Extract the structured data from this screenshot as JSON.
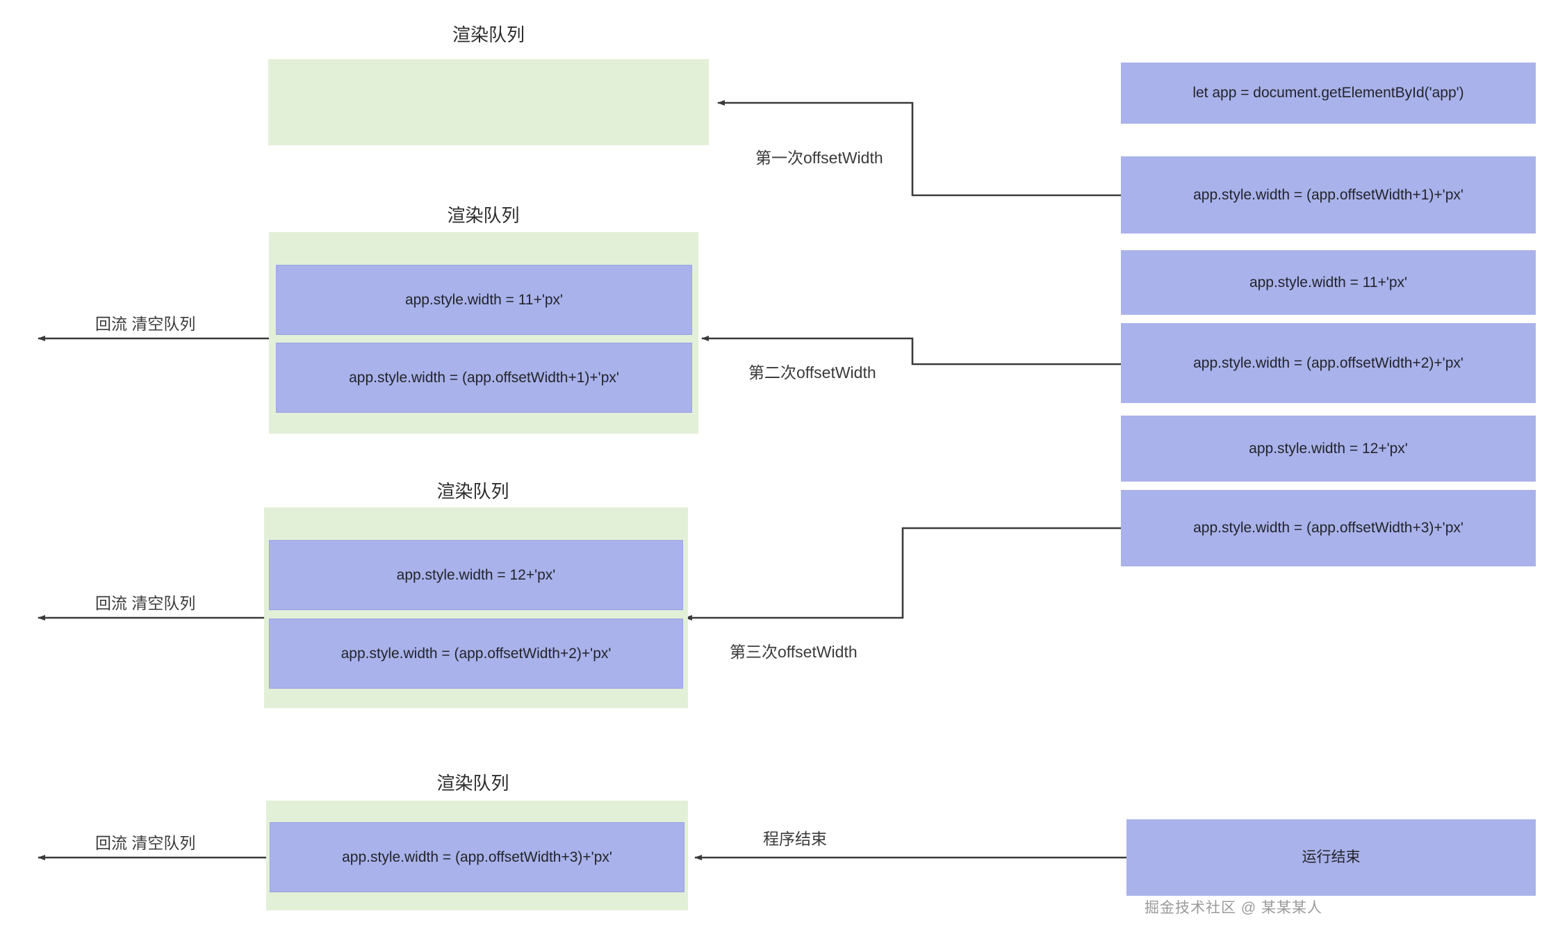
{
  "diagram": {
    "title_text": "渲染队列",
    "colors": {
      "queue_fill": "#e3f0d8",
      "code_fill": "#a9b2ea",
      "arrow_stroke": "#3a3a3a",
      "text": "#2b2b2b",
      "watermark": "#9a9a9a"
    },
    "stages": [
      {
        "id": "stage-1",
        "queue_title": "渲染队列",
        "queue_items": [],
        "reflow_label": null,
        "incoming_label": "第一次offsetWidth"
      },
      {
        "id": "stage-2",
        "queue_title": "渲染队列",
        "queue_items": [
          "app.style.width = 11+'px'",
          "app.style.width = (app.offsetWidth+1)+'px'"
        ],
        "reflow_label": "回流 清空队列",
        "incoming_label": "第二次offsetWidth"
      },
      {
        "id": "stage-3",
        "queue_title": "渲染队列",
        "queue_items": [
          "app.style.width = 12+'px'",
          "app.style.width = (app.offsetWidth+2)+'px'"
        ],
        "reflow_label": "回流 清空队列",
        "incoming_label": "第三次offsetWidth"
      },
      {
        "id": "stage-4",
        "queue_title": "渲染队列",
        "queue_items": [
          "app.style.width = (app.offsetWidth+3)+'px'"
        ],
        "reflow_label": "回流 清空队列",
        "incoming_label": "程序结束"
      }
    ],
    "script_steps": [
      "let app = document.getElementById('app')",
      "app.style.width = (app.offsetWidth+1)+'px'",
      "app.style.width = 11+'px'",
      "app.style.width = (app.offsetWidth+2)+'px'",
      "app.style.width = 12+'px'",
      "app.style.width = (app.offsetWidth+3)+'px'"
    ],
    "end_node": "运行结束",
    "watermark": "掘金技术社区 @ 某某某人"
  }
}
